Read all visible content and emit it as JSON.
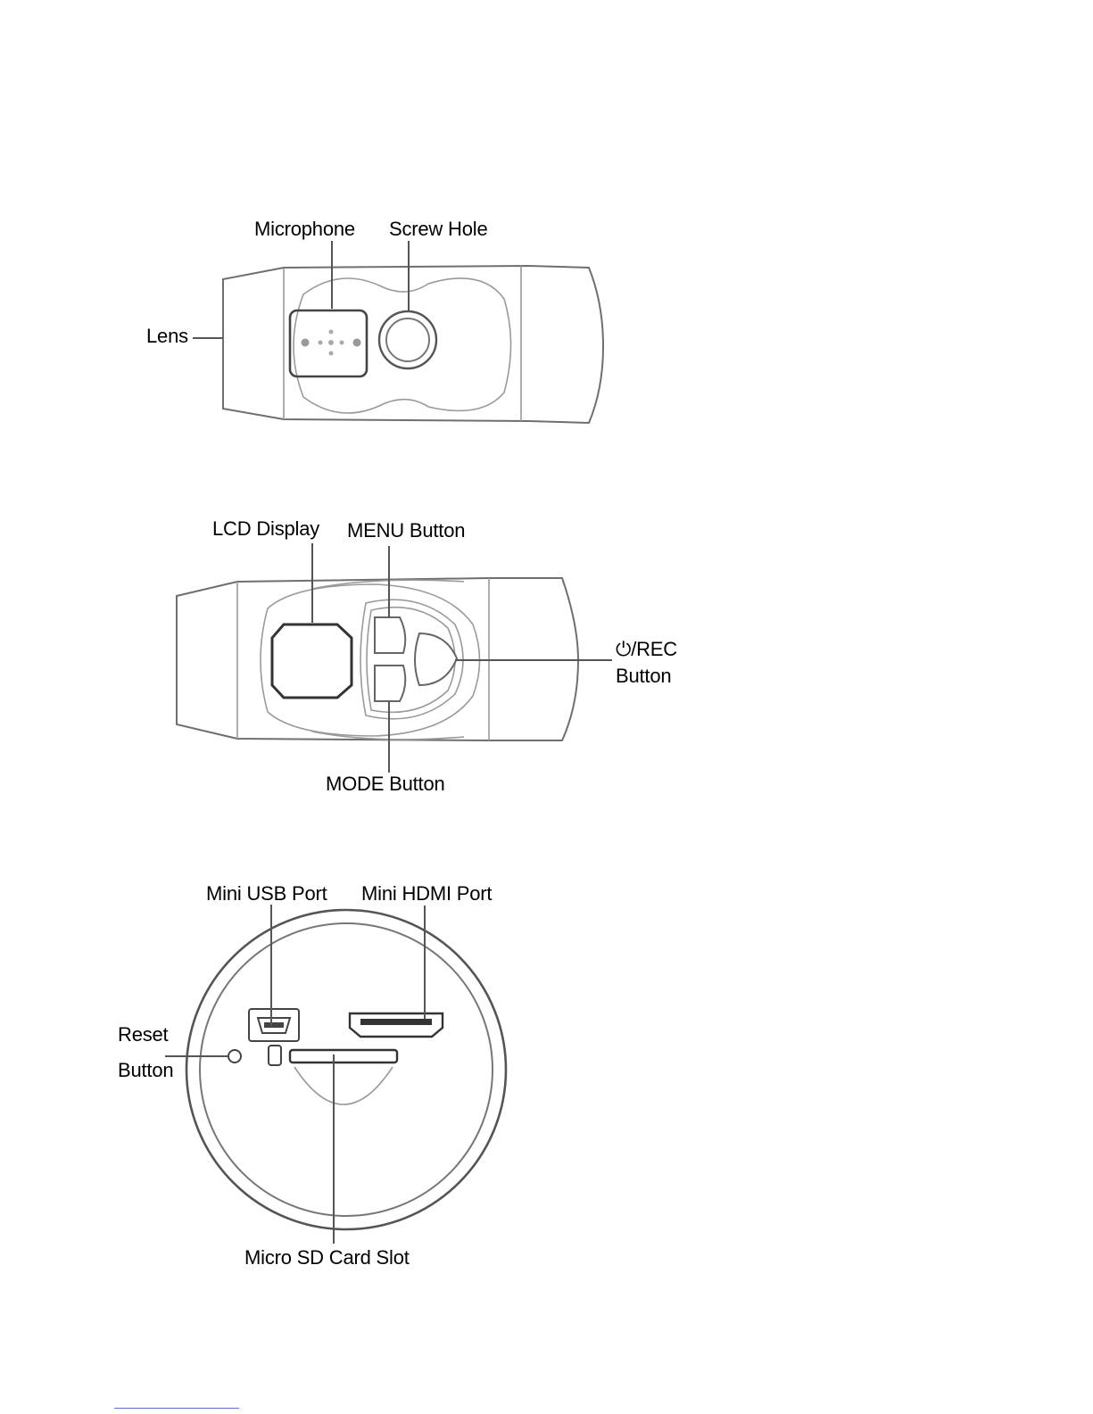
{
  "diagrams": {
    "top_view": {
      "labels": {
        "microphone": "Microphone",
        "screw_hole": "Screw Hole",
        "lens": "Lens"
      }
    },
    "side_view": {
      "labels": {
        "lcd_display": "LCD Display",
        "menu_button": "MENU Button",
        "power_rec_line1": "⏻/REC",
        "power_rec_line2": "Button",
        "mode_button": "MODE Button"
      }
    },
    "rear_view": {
      "labels": {
        "mini_usb_port": "Mini USB Port",
        "mini_hdmi_port": "Mini HDMI Port",
        "reset_line1": "Reset",
        "reset_line2": "Button",
        "micro_sd_card_slot": "Micro SD Card Slot"
      }
    }
  }
}
